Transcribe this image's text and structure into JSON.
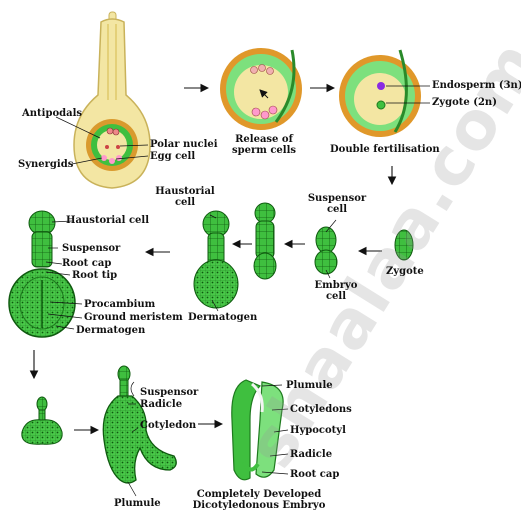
{
  "watermark": "shaalaa.com",
  "labels": {
    "antipodals": "Antipodals",
    "polar_nuclei": "Polar nuclei",
    "egg_cell": "Egg cell",
    "synergids": "Synergids",
    "release_sperm_1": "Release of",
    "release_sperm_2": "sperm cells",
    "endosperm": "Endosperm (3n)",
    "zygote_2n": "Zygote (2n)",
    "double_fertilisation": "Double fertilisation",
    "suspensor_cell_1": "Suspensor",
    "suspensor_cell_2": "cell",
    "zygote": "Zygote",
    "embryo_cell_1": "Embryo",
    "embryo_cell_2": "cell",
    "haustorial_cell_1": "Haustorial",
    "haustorial_cell_2": "cell",
    "dermatogen_mid": "Dermatogen",
    "haustorial_cell_left": "Haustorial cell",
    "suspensor_left": "Suspensor",
    "root_cap_left": "Root cap",
    "root_tip": "Root tip",
    "procambium": "Procambium",
    "ground_meristem": "Ground meristem",
    "dermatogen_left": "Dermatogen",
    "suspensor_bottom": "Suspensor",
    "radicle_bottom": "Radicle",
    "cotyledon": "Cotyledon",
    "plumule_bottom": "Plumule",
    "plumule_right": "Plumule",
    "cotyledons": "Cotyledons",
    "hypocotyl": "Hypocotyl",
    "radicle_right": "Radicle",
    "root_cap_right": "Root cap",
    "caption_1": "Completely Developed",
    "caption_2": "Dicotyledonous Embryo"
  },
  "colors": {
    "ovule_yellow": "#f3e6a3",
    "ovule_outline": "#c9b25a",
    "embryo_green": "#3fbf3f",
    "embryo_dark": "#1e7a1e",
    "cell_line": "#0f5a0f",
    "light_green": "#7de07d",
    "sac_orange": "#d99a2e",
    "zygote_purple": "#8a2be2"
  }
}
